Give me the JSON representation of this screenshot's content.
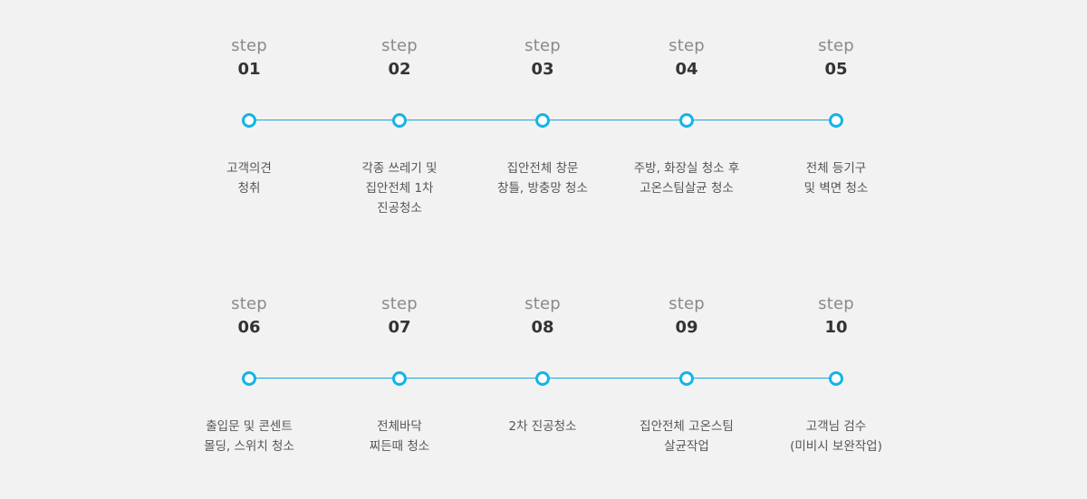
{
  "steps": [
    {
      "label": "step",
      "num": "01",
      "desc": "고객의견\n청취"
    },
    {
      "label": "step",
      "num": "02",
      "desc": "각종 쓰레기 및\n집안전체 1차\n진공청소"
    },
    {
      "label": "step",
      "num": "03",
      "desc": "집안전체 창문\n창틀, 방충망 청소"
    },
    {
      "label": "step",
      "num": "04",
      "desc": "주방, 화장실 청소 후\n고온스팀살균 청소"
    },
    {
      "label": "step",
      "num": "05",
      "desc": "전체 등기구\n및 벽면 청소"
    },
    {
      "label": "step",
      "num": "06",
      "desc": "출입문 및 콘센트\n몰딩, 스위치 청소"
    },
    {
      "label": "step",
      "num": "07",
      "desc": "전체바닥\n찌든때 청소"
    },
    {
      "label": "step",
      "num": "08",
      "desc": "2차 진공청소"
    },
    {
      "label": "step",
      "num": "09",
      "desc": "집안전체 고온스팀\n살균작업"
    },
    {
      "label": "step",
      "num": "10",
      "desc": "고객님 검수\n(미비시 보완작업)"
    }
  ],
  "colors": {
    "accent": "#14b4e6",
    "line": "#1aa7d6",
    "background": "#f2f2f2"
  }
}
